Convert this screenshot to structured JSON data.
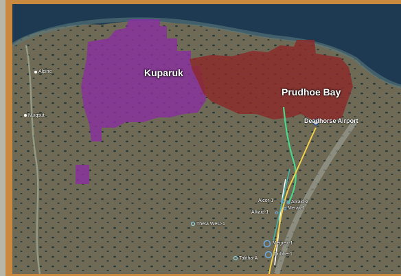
{
  "map": {
    "fields": [
      {
        "id": "kuparuk",
        "label": "Kuparuk",
        "color": "#8a2fa0"
      },
      {
        "id": "prudhoe",
        "label": "Prudhoe Bay",
        "color": "#8c2a2a"
      }
    ],
    "places": [
      {
        "id": "alpine",
        "label": "Alpine"
      },
      {
        "id": "nuiqsut",
        "label": "Nuiqsut"
      }
    ],
    "airport": {
      "label": "Deadhorse Airport"
    },
    "wells": [
      {
        "id": "alcor",
        "label": "Alcor-1"
      },
      {
        "id": "alkaid2",
        "label": "Alkaid-2"
      },
      {
        "id": "merak",
        "label": "Merak-1"
      },
      {
        "id": "alkaid1",
        "label": "Alkaid-1"
      },
      {
        "id": "theta",
        "label": "Theta West-1"
      },
      {
        "id": "megrez",
        "label": "Megrez-1"
      },
      {
        "id": "dubhe",
        "label": "Dubhe-1"
      },
      {
        "id": "talitha",
        "label": "Talitha-A"
      }
    ],
    "colors": {
      "road": "#f2d04a",
      "pipeline_green": "#47d98a",
      "pipeline_white": "#ffffff",
      "well_ring": "#6aa8e0",
      "frame": "#c9893f",
      "sea": "#1d3a52"
    }
  }
}
